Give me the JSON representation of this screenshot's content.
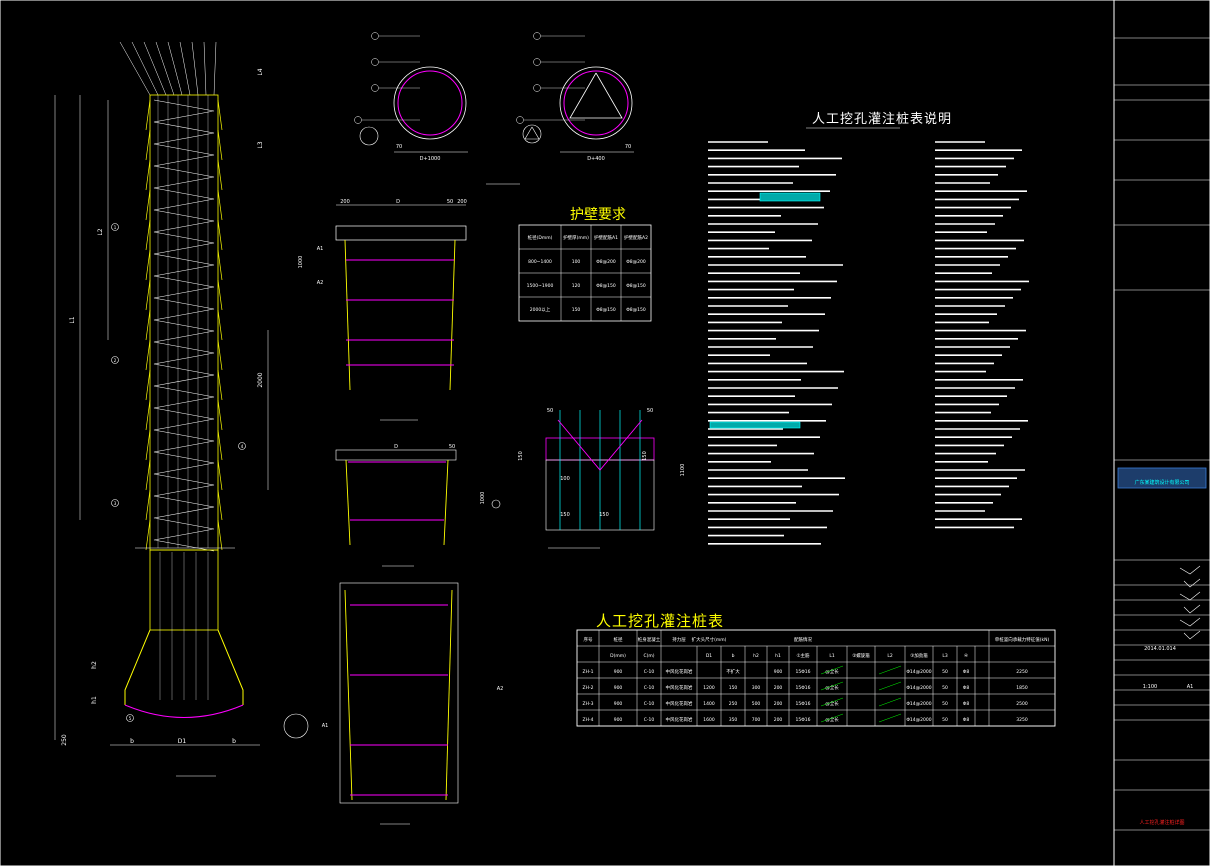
{
  "notes_title": "人工挖孔灌注桩表说明",
  "pile_table_title": "人工挖孔灌注桩表",
  "wall_table_title": "护壁要求",
  "dimension_labels": {
    "d1000": "D+1000",
    "d400": "D+400",
    "dim_70a": "70",
    "dim_70b": "70",
    "dim_200": "200",
    "dim_200b": "200",
    "dim_d": "D",
    "dim_50": "50",
    "dim_d2": "D",
    "dim_50b": "50",
    "dim_1000": "1000",
    "dim_1000b": "1000",
    "dim_2000": "2000",
    "dim_150a": "150",
    "dim_150b": "150",
    "dim_150c": "150",
    "dim_1100": "1100",
    "dim_50c": "50",
    "dim_50d": "50",
    "dim_150d": "150",
    "dim_100": "100",
    "dim_d1": "D1",
    "dim_b": "b",
    "dim_b2": "b",
    "dim_250": "250",
    "dim_h1": "h1",
    "dim_h2": "h2",
    "dim_l1": "L1",
    "dim_l2": "L2",
    "dim_l3": "L3",
    "dim_l4": "L4",
    "aa1": "A1",
    "aa2": "A2",
    "aa3": "A1",
    "aa4": "A2",
    "circle_1": "1",
    "circle_2": "2",
    "circle_3": "3",
    "circle_4": "4",
    "circle_5": "5"
  },
  "pile_table": {
    "header_top": [
      "序号",
      "桩径",
      "桩身混凝土",
      "持力层",
      "扩大头尺寸(mm)",
      "",
      "",
      "",
      "配筋情况",
      "",
      "",
      "",
      "",
      "",
      "",
      "",
      "单桩竖向承载力特征值(kN)"
    ],
    "header_sub": [
      "",
      "D(mm)",
      "C(m)",
      "",
      "D1",
      "b",
      "h2",
      "h1",
      "①主筋",
      "L1",
      "②螺旋箍",
      "L2",
      "③加劲箍",
      "L3",
      "④",
      "",
      ""
    ],
    "rows": [
      [
        "ZH-1",
        "900",
        "C-10",
        "中风化花岗岩",
        "",
        "不扩大",
        "",
        "900",
        "15Φ16",
        "@全长",
        "",
        "",
        "Φ14@2000",
        "50",
        "Φ8",
        "",
        "2250"
      ],
      [
        "ZH-2",
        "900",
        "C-10",
        "中风化花岗岩",
        "1200",
        "150",
        "300",
        "200",
        "15Φ16",
        "@全长",
        "",
        "",
        "Φ14@2000",
        "50",
        "Φ8",
        "",
        "1850"
      ],
      [
        "ZH-3",
        "900",
        "C-10",
        "中风化花岗岩",
        "1400",
        "250",
        "500",
        "200",
        "15Φ16",
        "@全长",
        "",
        "",
        "Φ14@2000",
        "50",
        "Φ8",
        "",
        "2500"
      ],
      [
        "ZH-4",
        "900",
        "C-10",
        "中风化花岗岩",
        "1600",
        "350",
        "700",
        "200",
        "15Φ16",
        "@全长",
        "",
        "",
        "Φ14@2000",
        "50",
        "Φ8",
        "",
        "3250"
      ]
    ]
  },
  "wall_table": {
    "headers": [
      "桩径(Dmm)",
      "护壁厚(mm)",
      "护壁配筋A1",
      "护壁配筋A2"
    ],
    "rows": [
      [
        "800~1400",
        "100",
        "Φ8@200",
        "Φ8@200"
      ],
      [
        "1500~1900",
        "120",
        "Φ8@150",
        "Φ8@150"
      ],
      [
        "2000以上",
        "150",
        "Φ8@150",
        "Φ8@150"
      ]
    ]
  },
  "titleblock": {
    "company": "广东某建筑设计有限公司",
    "date": "2014.01.014",
    "scale": "1:100",
    "sheet": "A1",
    "drawing_name": "人工挖孔灌注桩详图"
  },
  "colors": {
    "bg": "#000000",
    "line": "#ffffff",
    "yellow": "#ffff00",
    "magenta": "#ff00ff",
    "cyan": "#00ffff",
    "green": "#00ff00",
    "red": "#ff2020",
    "blue": "#3a7bd5"
  }
}
